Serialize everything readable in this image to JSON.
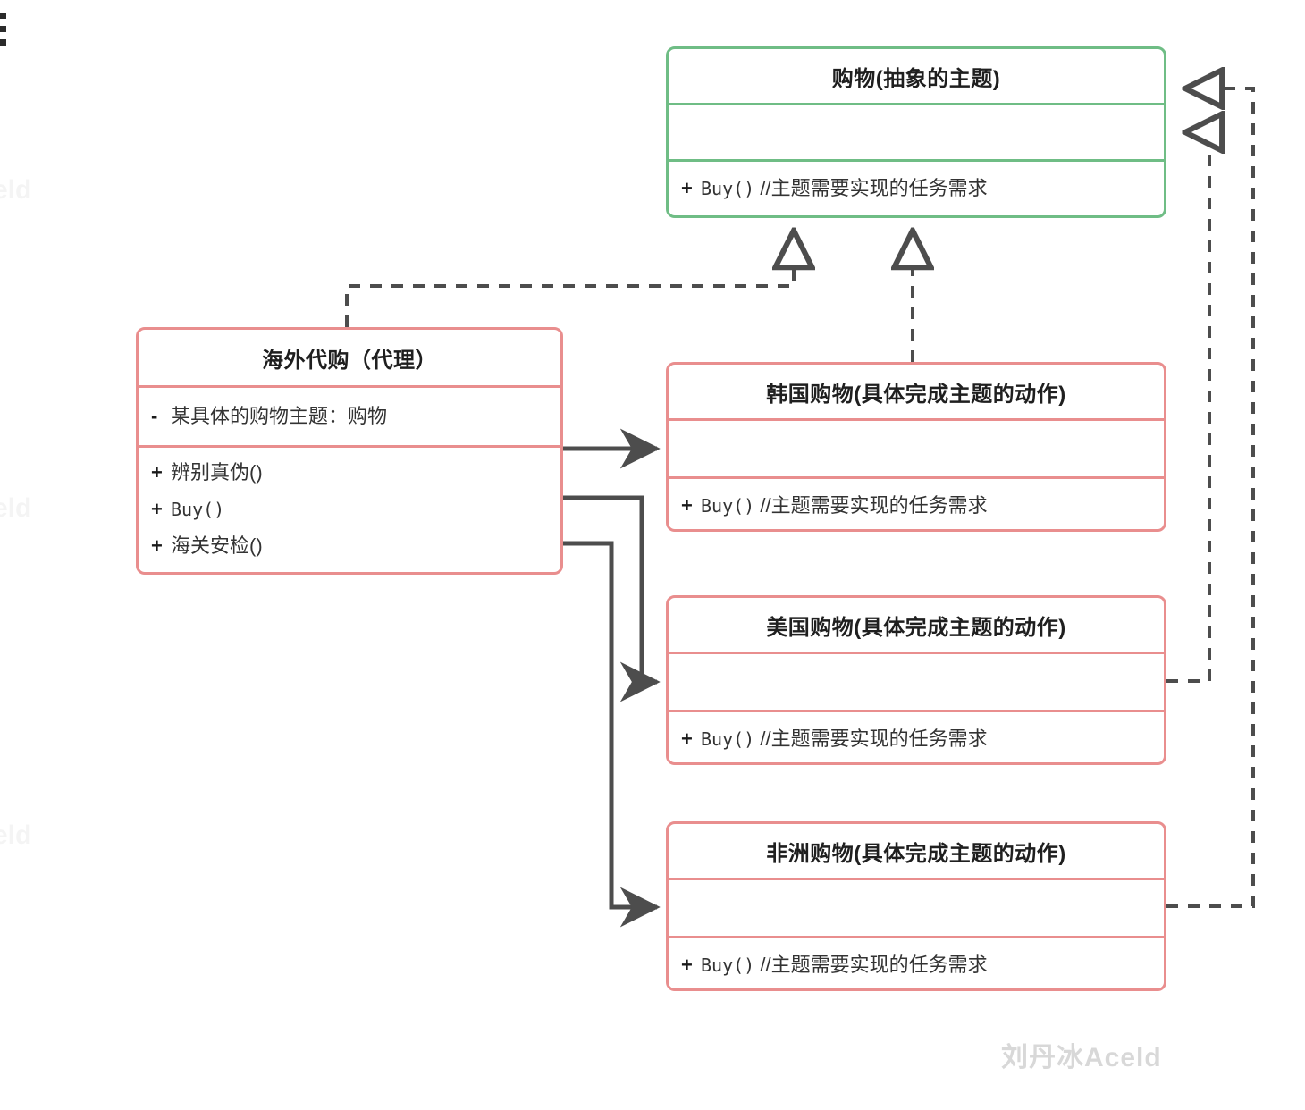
{
  "diagram": {
    "type": "uml-class-diagram",
    "pattern": "proxy",
    "colors": {
      "abstract_subject_border": "#6fbd85",
      "concrete_border": "#e98e8e",
      "edge_stroke": "#4d4d4d",
      "text": "#333333",
      "watermark": "#d8d8d8"
    }
  },
  "classes": {
    "subject": {
      "name": "购物(抽象的主题)",
      "attributes": [],
      "operations": [
        {
          "visibility": "+",
          "signature": "Buy()",
          "comment": "//主题需要实现的任务需求"
        }
      ]
    },
    "proxy": {
      "name": "海外代购（代理）",
      "attributes": [
        {
          "visibility": "-",
          "signature": "某具体的购物主题：购物"
        }
      ],
      "operations": [
        {
          "visibility": "+",
          "signature": "辨别真伪()"
        },
        {
          "visibility": "+",
          "signature": "Buy()"
        },
        {
          "visibility": "+",
          "signature": "海关安检()"
        }
      ]
    },
    "korea": {
      "name": "韩国购物(具体完成主题的动作)",
      "attributes": [],
      "operations": [
        {
          "visibility": "+",
          "signature": "Buy()",
          "comment": "//主题需要实现的任务需求"
        }
      ]
    },
    "usa": {
      "name": "美国购物(具体完成主题的动作)",
      "attributes": [],
      "operations": [
        {
          "visibility": "+",
          "signature": "Buy()",
          "comment": "//主题需要实现的任务需求"
        }
      ]
    },
    "africa": {
      "name": "非洲购物(具体完成主题的动作)",
      "attributes": [],
      "operations": [
        {
          "visibility": "+",
          "signature": "Buy()",
          "comment": "//主题需要实现的任务需求"
        }
      ]
    }
  },
  "relations": [
    {
      "id": "proxy-realizes-subject",
      "from": "海外代购（代理）",
      "to": "购物(抽象的主题)",
      "kind": "realization",
      "style": "dashed-hollow-triangle"
    },
    {
      "id": "korea-realizes-subject",
      "from": "韩国购物(具体完成主题的动作)",
      "to": "购物(抽象的主题)",
      "kind": "realization",
      "style": "dashed-hollow-triangle"
    },
    {
      "id": "usa-realizes-subject",
      "from": "美国购物(具体完成主题的动作)",
      "to": "购物(抽象的主题)",
      "kind": "realization",
      "style": "dashed-hollow-triangle"
    },
    {
      "id": "africa-realizes-subject",
      "from": "非洲购物(具体完成主题的动作)",
      "to": "购物(抽象的主题)",
      "kind": "realization",
      "style": "dashed-hollow-triangle"
    },
    {
      "id": "proxy-uses-korea",
      "from": "海外代购（代理）",
      "to": "韩国购物(具体完成主题的动作)",
      "kind": "association",
      "style": "solid-open-arrow"
    },
    {
      "id": "proxy-uses-usa",
      "from": "海外代购（代理）",
      "to": "美国购物(具体完成主题的动作)",
      "kind": "association",
      "style": "solid-open-arrow"
    },
    {
      "id": "proxy-uses-africa",
      "from": "海外代购（代理）",
      "to": "非洲购物(具体完成主题的动作)",
      "kind": "association",
      "style": "solid-open-arrow"
    }
  ],
  "watermarks": {
    "main": "刘丹冰Aceld",
    "edge_fragments": [
      "eld",
      "eld",
      "eld"
    ]
  }
}
